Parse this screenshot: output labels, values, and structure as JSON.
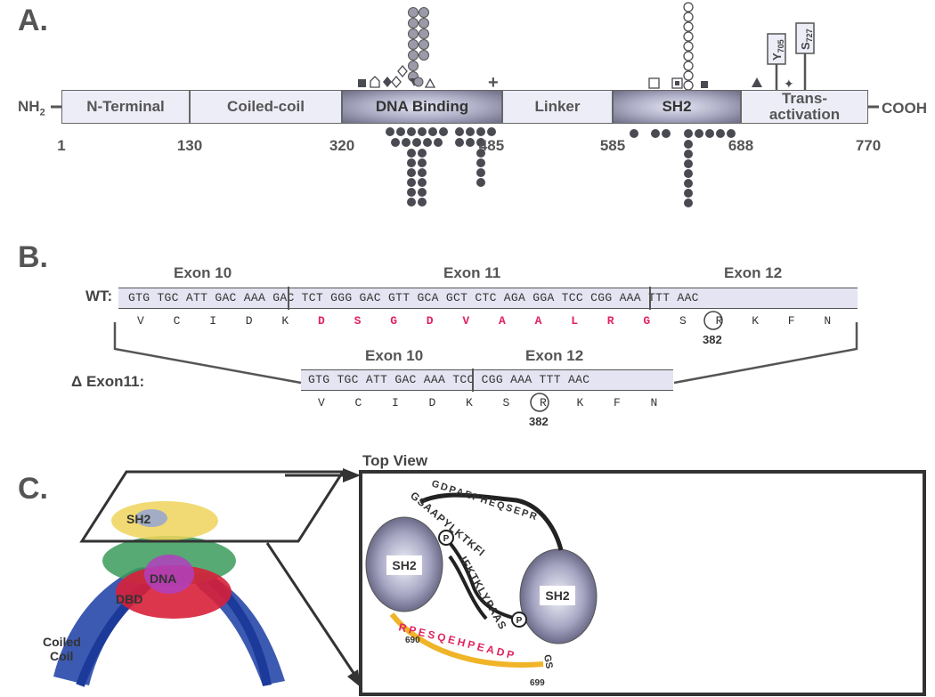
{
  "panel_a": {
    "label": "A.",
    "n_term": "NH",
    "n_term_sub": "2",
    "c_term": "COOH",
    "domains": [
      {
        "label": "N-Terminal",
        "style": "light"
      },
      {
        "label": "Coiled-coil",
        "style": "light"
      },
      {
        "label": "DNA Binding",
        "style": "dark"
      },
      {
        "label": "Linker",
        "style": "light"
      },
      {
        "label": "SH2",
        "style": "dark"
      },
      {
        "label": "Trans-\nactivation",
        "style": "light"
      }
    ],
    "ticks": [
      "1",
      "130",
      "320",
      "485",
      "585",
      "688",
      "770"
    ],
    "sites": [
      {
        "letter": "Y",
        "sub": "705"
      },
      {
        "letter": "S",
        "sub": "727"
      }
    ],
    "plus_symbol": "+"
  },
  "panel_b": {
    "label": "B.",
    "wt_label": "WT:",
    "wt_exons": [
      "Exon 10",
      "Exon 11",
      "Exon 12"
    ],
    "wt_nucleotides": "GTG TGC ATT GAC AAA GAC TCT GGG GAC GTT GCA GCT CTC AGA GGA TCC CGG AAA TTT AAC",
    "wt_amino_acids": [
      "V",
      "C",
      "I",
      "D",
      "K",
      "D",
      "S",
      "G",
      "D",
      "V",
      "A",
      "A",
      "L",
      "R",
      "G",
      "S",
      "R",
      "K",
      "F",
      "N"
    ],
    "wt_highlight_color": "#e0245e",
    "residue_number": "382",
    "delta_label": "Δ Exon11:",
    "delta_exons": [
      "Exon 10",
      "Exon 12"
    ],
    "delta_nucleotides": "GTG TGC ATT GAC AAA TCC CGG AAA TTT AAC",
    "delta_amino_acids": [
      "V",
      "C",
      "I",
      "D",
      "K",
      "S",
      "R",
      "K",
      "F",
      "N"
    ]
  },
  "panel_c": {
    "label": "C.",
    "top_view_label": "Top View",
    "structure_labels": [
      "SH2",
      "DNA",
      "DBD",
      "Coiled\nCoil"
    ],
    "sh2_left": "SH2",
    "sh2_right": "SH2",
    "upper_chain_text": "GSAAPYLKTKFI",
    "upper_tail_text": "GDPAEPHEQSEPR",
    "lower_chain_text": "IFKTKLYPAAS",
    "lower_tail_text": "RPESQEHPEADP",
    "tail_end_text": "GS",
    "phospho_symbol": "P",
    "res_start": "690",
    "res_end": "699",
    "highlight_color": "#e0245e",
    "tail_color": "#f0b429"
  }
}
